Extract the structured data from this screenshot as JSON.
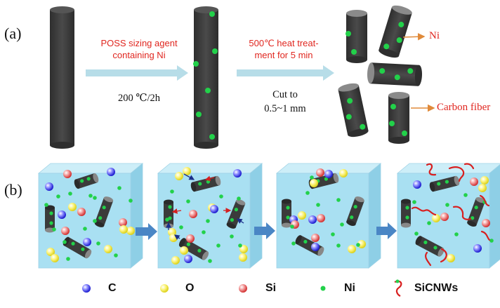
{
  "panel_a": {
    "label": "(a)",
    "step1_top": "POSS sizing agent",
    "step1_top2": "containing Ni",
    "step1_bottom": "200 ℃/2h",
    "step2_top": "500℃ heat treat-",
    "step2_top2": "ment for 5 min",
    "step2_bottom": "Cut to",
    "step2_bottom2": "0.5~1 mm",
    "callout_ni": "Ni",
    "callout_cf": "Carbon fiber"
  },
  "panel_b": {
    "label": "(b)"
  },
  "legend": [
    {
      "label": "C",
      "icon": "carbon-atom-icon"
    },
    {
      "label": "O",
      "icon": "oxygen-atom-icon"
    },
    {
      "label": "Si",
      "icon": "silicon-atom-icon"
    },
    {
      "label": "Ni",
      "icon": "nickel-dot-icon"
    },
    {
      "label": "SiCNWs",
      "icon": "nanowire-icon"
    }
  ],
  "colors": {
    "fiber": "#3f3f3f",
    "nickel": "#22d14a",
    "cube_front": "#a9e0f2",
    "arrow_a": "#b7dde8",
    "arrow_b": "#4a86c5",
    "text_red": "#e0261f",
    "nanowire": "#d81f1f"
  }
}
